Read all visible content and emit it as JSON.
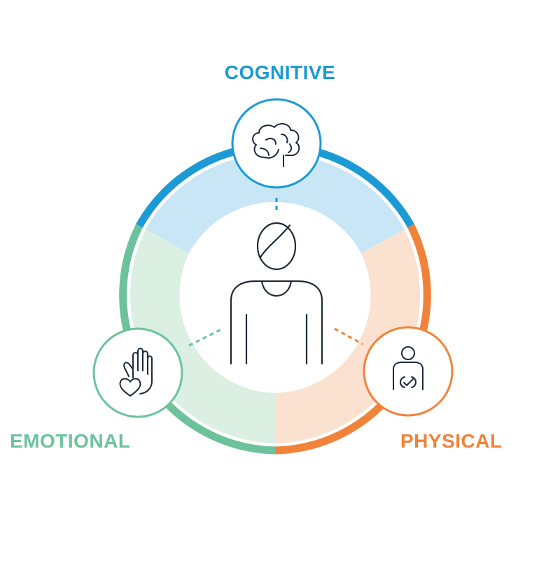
{
  "segments": {
    "cognitive": {
      "label": "COGNITIVE",
      "color": "#1b9ad6",
      "fill": "#c8e6f5",
      "icon": "brain-icon"
    },
    "physical": {
      "label": "PHYSICAL",
      "color": "#f1823a",
      "fill": "#fbe1cf",
      "icon": "person-check-icon"
    },
    "emotional": {
      "label": "EMOTIONAL",
      "color": "#6cc39b",
      "fill": "#dcefe3",
      "icon": "hand-heart-icon"
    }
  },
  "center": {
    "icon": "person-icon",
    "stroke": "#1c2a3a"
  },
  "icon_stroke": "#1c2a3a"
}
